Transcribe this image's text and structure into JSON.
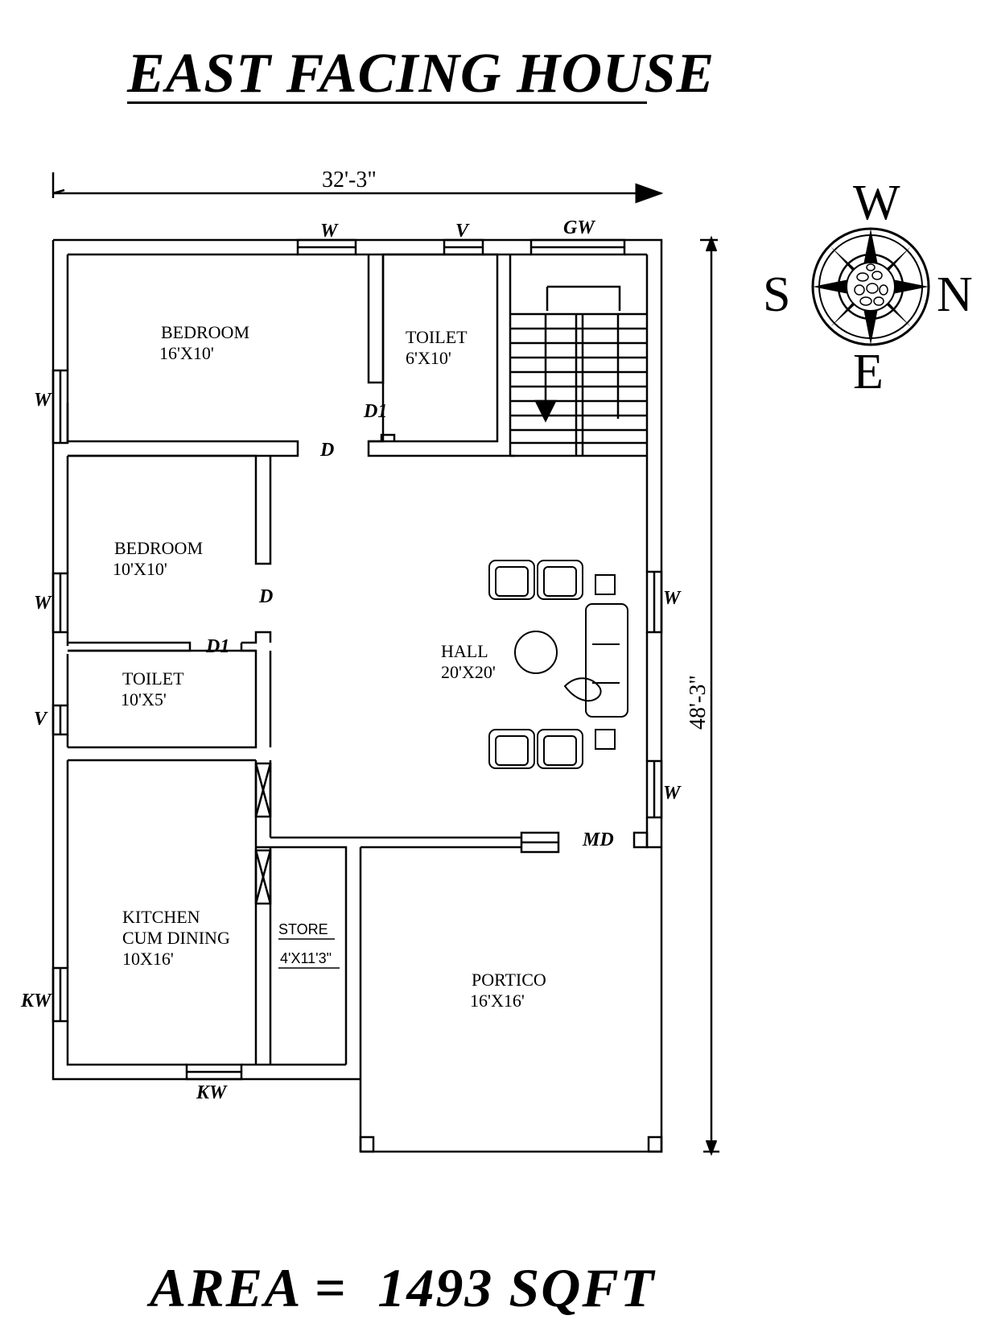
{
  "title": "EAST FACING HOUSE",
  "area_label": "AREA =  1493 SQFT",
  "dimensions": {
    "width": "32'-3\"",
    "depth": "48'-3\""
  },
  "compass": {
    "top": "W",
    "left": "S",
    "right": "N",
    "bottom": "E"
  },
  "rooms": {
    "bedroom1": {
      "name": "BEDROOM",
      "size": "16'X10'"
    },
    "toilet1": {
      "name": "TOILET",
      "size": "6'X10'"
    },
    "bedroom2": {
      "name": "BEDROOM",
      "size": "10'X10'"
    },
    "toilet2": {
      "name": "TOILET",
      "size": "10'X5'"
    },
    "hall": {
      "name": "HALL",
      "size": "20'X20'"
    },
    "kitchen": {
      "name_line1": "KITCHEN",
      "name_line2": "CUM DINING",
      "size": "10X16'"
    },
    "store": {
      "name": "STORE",
      "size": "4'X11'3\""
    },
    "portico": {
      "name": "PORTICO",
      "size": "16'X16'"
    }
  },
  "tags": {
    "window": "W",
    "ventilator": "V",
    "glass_window": "GW",
    "door": "D",
    "door1": "D1",
    "main_door": "MD",
    "kitchen_window": "KW"
  }
}
